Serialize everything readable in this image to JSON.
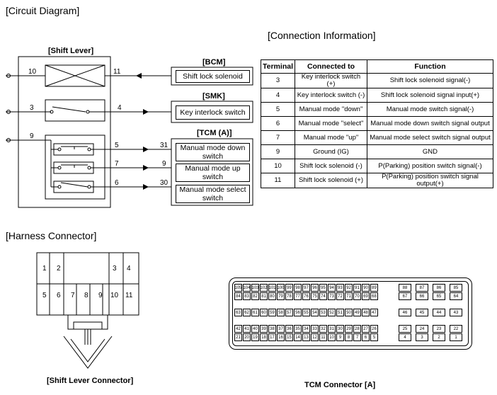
{
  "titles": {
    "circuit": "[Circuit  Diagram]",
    "connection": "[Connection Information]",
    "harness": "[Harness Connector]",
    "shift_lever_connector": "[Shift Lever Connector]",
    "tcm_connector": "TCM Connector [A]"
  },
  "circuit": {
    "shift_lever": "[Shift Lever]",
    "bcm": "[BCM]",
    "smk": "[SMK]",
    "tcm": "[TCM (A)]",
    "boxes": {
      "shift_lock_solenoid": "Shift lock solenoid",
      "key_interlock_switch": "Key interlock switch",
      "mm_down": "Manual mode down switch",
      "mm_up": "Manual mode up switch",
      "mm_select": "Manual mode select switch"
    },
    "pins": {
      "p10": "10",
      "p11": "11",
      "p3": "3",
      "p4": "4",
      "p9": "9",
      "p5": "5",
      "p31": "31",
      "p7": "7",
      "p9b": "9",
      "p6": "6",
      "p30": "30"
    }
  },
  "table": {
    "headers": [
      "Terminal",
      "Connected to",
      "Function"
    ],
    "rows": [
      [
        "3",
        "Key interlock switch (+)",
        "Shift lock solenoid signal(-)"
      ],
      [
        "4",
        "Key interlock switch (-)",
        "Shift lock solenoid signal input(+)"
      ],
      [
        "5",
        "Manual mode \"down\"",
        "Manual mode switch signal(-)"
      ],
      [
        "6",
        "Manual mode \"select\"",
        "Manual mode down switch signal output"
      ],
      [
        "7",
        "Manual mode \"up\"",
        "Manual  mode select switch signal output"
      ],
      [
        "9",
        "Ground (IG)",
        "GND"
      ],
      [
        "10",
        "Shift lock solenoid (-)",
        "P(Parking) position switch signal(-)"
      ],
      [
        "11",
        "Shift lock solenoid (+)",
        "P(Parking) position switch signal output(+)"
      ]
    ]
  },
  "shift_lever_pins": {
    "top": [
      "1",
      "2",
      "3",
      "4"
    ],
    "bottom": [
      "5",
      "6",
      "7",
      "8",
      "9",
      "10",
      "11"
    ]
  },
  "tcm_pins": {
    "row1": [
      "105",
      "104",
      "103",
      "102",
      "101",
      "100",
      "99",
      "98",
      "97",
      "96",
      "95",
      "94",
      "93",
      "92",
      "91",
      "90",
      "89"
    ],
    "row1r": [
      "88",
      "87",
      "86",
      "85"
    ],
    "row2": [
      "84",
      "83",
      "82",
      "81",
      "80",
      "79",
      "78",
      "77",
      "76",
      "75",
      "74",
      "73",
      "72",
      "71",
      "70",
      "69",
      "68"
    ],
    "row2r": [
      "67",
      "66",
      "65",
      "64"
    ],
    "row3": [
      "63",
      "62",
      "61",
      "60",
      "59",
      "58",
      "57",
      "56",
      "55",
      "54",
      "53",
      "52",
      "51",
      "50",
      "49",
      "48",
      "47"
    ],
    "row3r": [
      "46",
      "45",
      "44",
      "43"
    ],
    "row4": [
      "42",
      "41",
      "40",
      "39",
      "38",
      "37",
      "36",
      "35",
      "34",
      "33",
      "32",
      "31",
      "30",
      "29",
      "28",
      "27",
      "26"
    ],
    "row4r": [
      "25",
      "24",
      "23",
      "22"
    ],
    "row5": [
      "21",
      "20",
      "19",
      "18",
      "17",
      "16",
      "15",
      "14",
      "13",
      "12",
      "11",
      "10",
      "9",
      "8",
      "7",
      "6",
      "5"
    ],
    "row5r": [
      "4",
      "3",
      "2",
      "1"
    ]
  }
}
